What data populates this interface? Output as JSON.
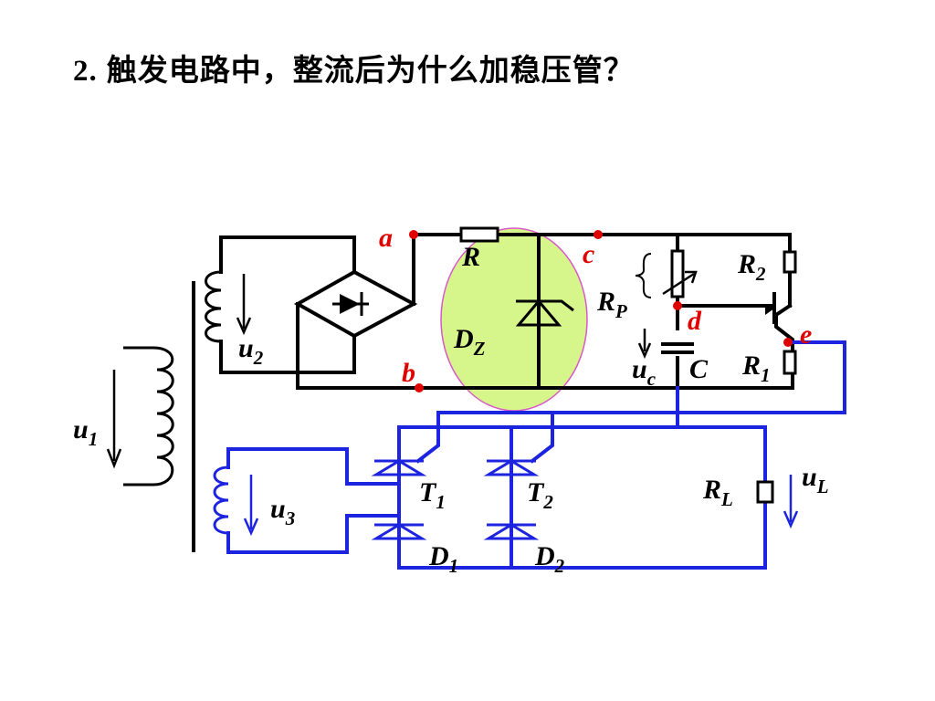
{
  "title": {
    "number": "2.",
    "question": "触发电路中，整流后为什么加稳压管？"
  },
  "labels": {
    "u1": {
      "main": "u",
      "sub": "1"
    },
    "u2": {
      "main": "u",
      "sub": "2"
    },
    "u3": {
      "main": "u",
      "sub": "3"
    },
    "uc": {
      "main": "u",
      "sub": "c"
    },
    "uL": {
      "main": "u",
      "sub": "L"
    },
    "R": {
      "main": "R"
    },
    "DZ": {
      "main": "D",
      "sub": "Z"
    },
    "RP": {
      "main": "R",
      "sub": "P"
    },
    "R2": {
      "main": "R",
      "sub": "2"
    },
    "R1": {
      "main": "R",
      "sub": "1"
    },
    "C": {
      "main": "C"
    },
    "RL": {
      "main": "R",
      "sub": "L"
    },
    "T1": {
      "main": "T",
      "sub": "1"
    },
    "T2": {
      "main": "T",
      "sub": "2"
    },
    "D1": {
      "main": "D",
      "sub": "1"
    },
    "D2": {
      "main": "D",
      "sub": "2"
    }
  },
  "nodes": {
    "a": "a",
    "b": "b",
    "c": "c",
    "d": "d",
    "e": "e"
  },
  "colors": {
    "trigger_circuit": "#000000",
    "main_circuit": "#1d24e0",
    "node_markers": "#e00000",
    "zener_highlight_fill": "#d6f58a",
    "zener_highlight_stroke": "#d957c9"
  }
}
